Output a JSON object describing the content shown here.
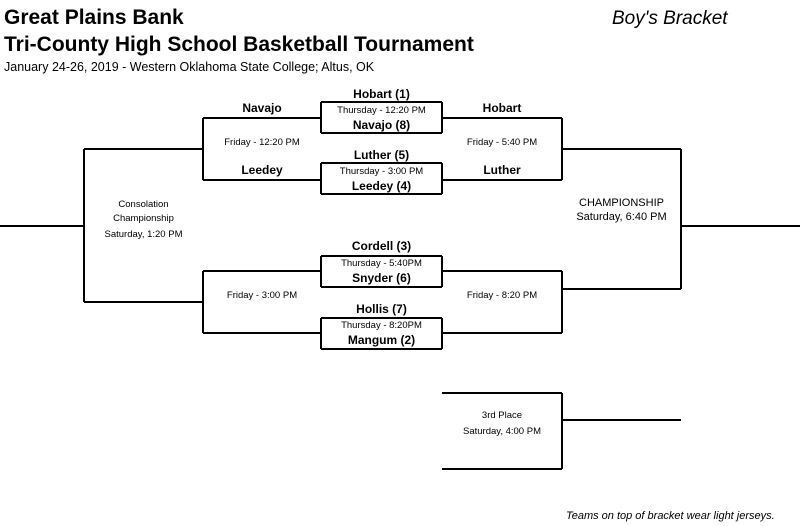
{
  "header": {
    "title_line1": "Great Plains Bank",
    "title_line2": "Tri-County High School Basketball Tournament",
    "subtitle": "January 24-26, 2019 - Western Oklahoma State College; Altus, OK",
    "bracket_type": "Boy's Bracket"
  },
  "games": {
    "g1": {
      "top": "Hobart (1)",
      "time": "Thursday - 12:20 PM",
      "bottom": "Navajo (8)"
    },
    "g2": {
      "top": "Luther (5)",
      "time": "Thursday - 3:00 PM",
      "bottom": "Leedey (4)"
    },
    "g3": {
      "top": "Cordell (3)",
      "time": "Thursday - 5:40PM",
      "bottom": "Snyder (6)"
    },
    "g4": {
      "top": "Hollis (7)",
      "time": "Thursday - 8:20PM",
      "bottom": "Mangum (2)"
    }
  },
  "advancers": {
    "left_top": "Navajo",
    "left_bottom": "Leedey",
    "right_top": "Hobart",
    "right_bottom": "Luther"
  },
  "friday": {
    "left_upper": "Friday - 12:20 PM",
    "right_upper": "Friday - 5:40 PM",
    "left_lower": "Friday - 3:00 PM",
    "right_lower": "Friday - 8:20 PM"
  },
  "consolation": {
    "line1": "Consolation",
    "line2": "Championship",
    "line3": "Saturday, 1:20 PM"
  },
  "championship": {
    "line1": "CHAMPIONSHIP",
    "line2": "Saturday, 6:40 PM"
  },
  "third_place": {
    "line1": "3rd Place",
    "line2": "Saturday, 4:00 PM"
  },
  "footer": {
    "note": "Teams on top of bracket wear light jerseys."
  }
}
